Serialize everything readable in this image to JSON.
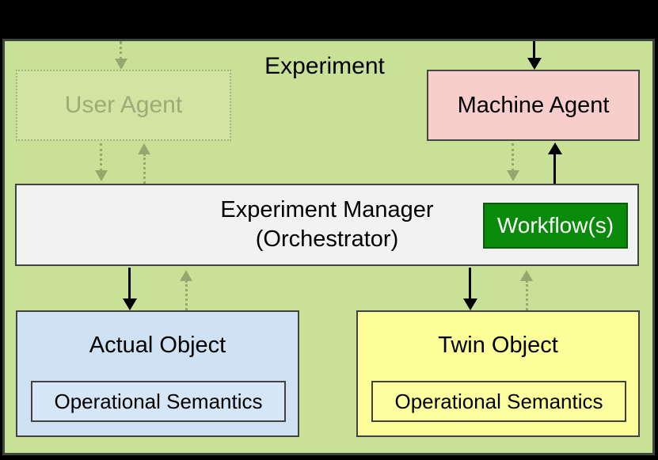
{
  "diagram": {
    "title": "Experiment",
    "nodes": {
      "user_agent": {
        "label": "User Agent"
      },
      "machine_agent": {
        "label": "Machine Agent"
      },
      "experiment_manager": {
        "line1": "Experiment Manager",
        "line2": "(Orchestrator)"
      },
      "workflow": {
        "label": "Workflow(s)"
      },
      "actual_object": {
        "label": "Actual Object",
        "sublabel": "Operational Semantics"
      },
      "twin_object": {
        "label": "Twin Object",
        "sublabel": "Operational Semantics"
      }
    },
    "colors": {
      "frame": "#000000",
      "background": "#c9e196",
      "panel_border": "#3d463d",
      "user_agent_fill": "#d2e4a1",
      "user_agent_text": "#9cab78",
      "machine_agent_fill": "#f8cecc",
      "manager_fill": "#f2f2f2",
      "workflow_fill": "#0a8a0a",
      "workflow_text": "#ffffff",
      "actual_object_fill": "#cfe2f3",
      "twin_object_fill": "#fcfe9a",
      "solid_arrow": "#000000",
      "faded_arrow": "#95a96e"
    }
  }
}
